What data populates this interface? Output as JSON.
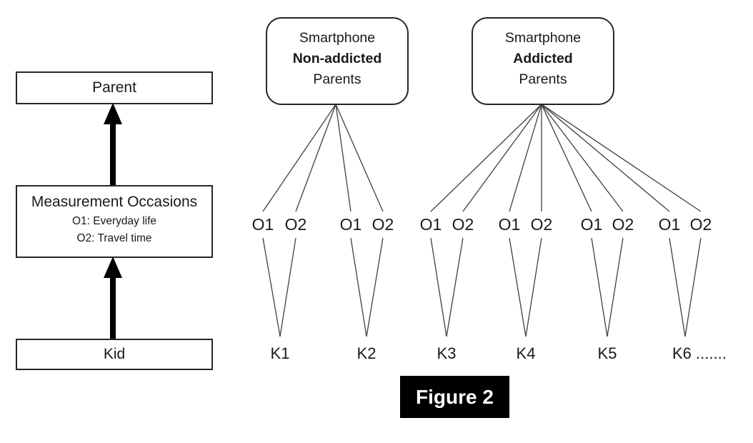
{
  "figure": {
    "caption": "Figure 2"
  },
  "left_flow": {
    "parent_label": "Parent",
    "measurement_title": "Measurement Occasions",
    "measurement_items": [
      "O1: Everyday life",
      "O2: Travel time"
    ],
    "kid_label": "Kid"
  },
  "occasion_labels": [
    "O1",
    "O2"
  ],
  "groups": [
    {
      "line1": "Smartphone",
      "line2": "Non-addicted",
      "line3": "Parents",
      "kids": [
        "K1",
        "K2"
      ]
    },
    {
      "line1": "Smartphone",
      "line2": "Addicted",
      "line3": "Parents",
      "kids": [
        "K3",
        "K4",
        "K5",
        "K6"
      ]
    }
  ],
  "kid_suffix": ".......",
  "colors": {
    "line": "#3f3f3f",
    "arrow": "#000000",
    "box_border": "#262626",
    "caption_bg": "#000000",
    "caption_fg": "#ffffff"
  }
}
